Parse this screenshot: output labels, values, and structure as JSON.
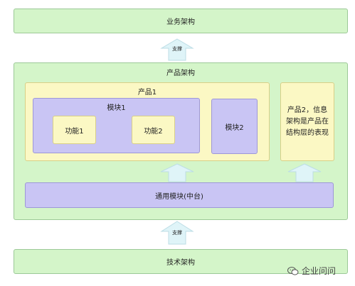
{
  "top_layer": {
    "label": "业务架构"
  },
  "support_arrow_top": {
    "label": "支撑"
  },
  "product_arch": {
    "label": "产品架构",
    "product1": {
      "label": "产品1",
      "module1": {
        "label": "模块1",
        "features": [
          "功能1",
          "功能2"
        ]
      },
      "module2": {
        "label": "模块2"
      }
    },
    "product2": {
      "label": "产品2，信息架构是产品在结构层的表现"
    },
    "common_module": {
      "label": "通用模块(中台)"
    }
  },
  "support_arrow_bottom": {
    "label": "支撑"
  },
  "bottom_layer": {
    "label": "技术架构"
  },
  "watermark": {
    "label": "企业问问"
  },
  "colors": {
    "green": "#d4f5c9",
    "yellow": "#fbf8c4",
    "purple": "#c9c5f4",
    "arrow": "#dff4f8"
  }
}
